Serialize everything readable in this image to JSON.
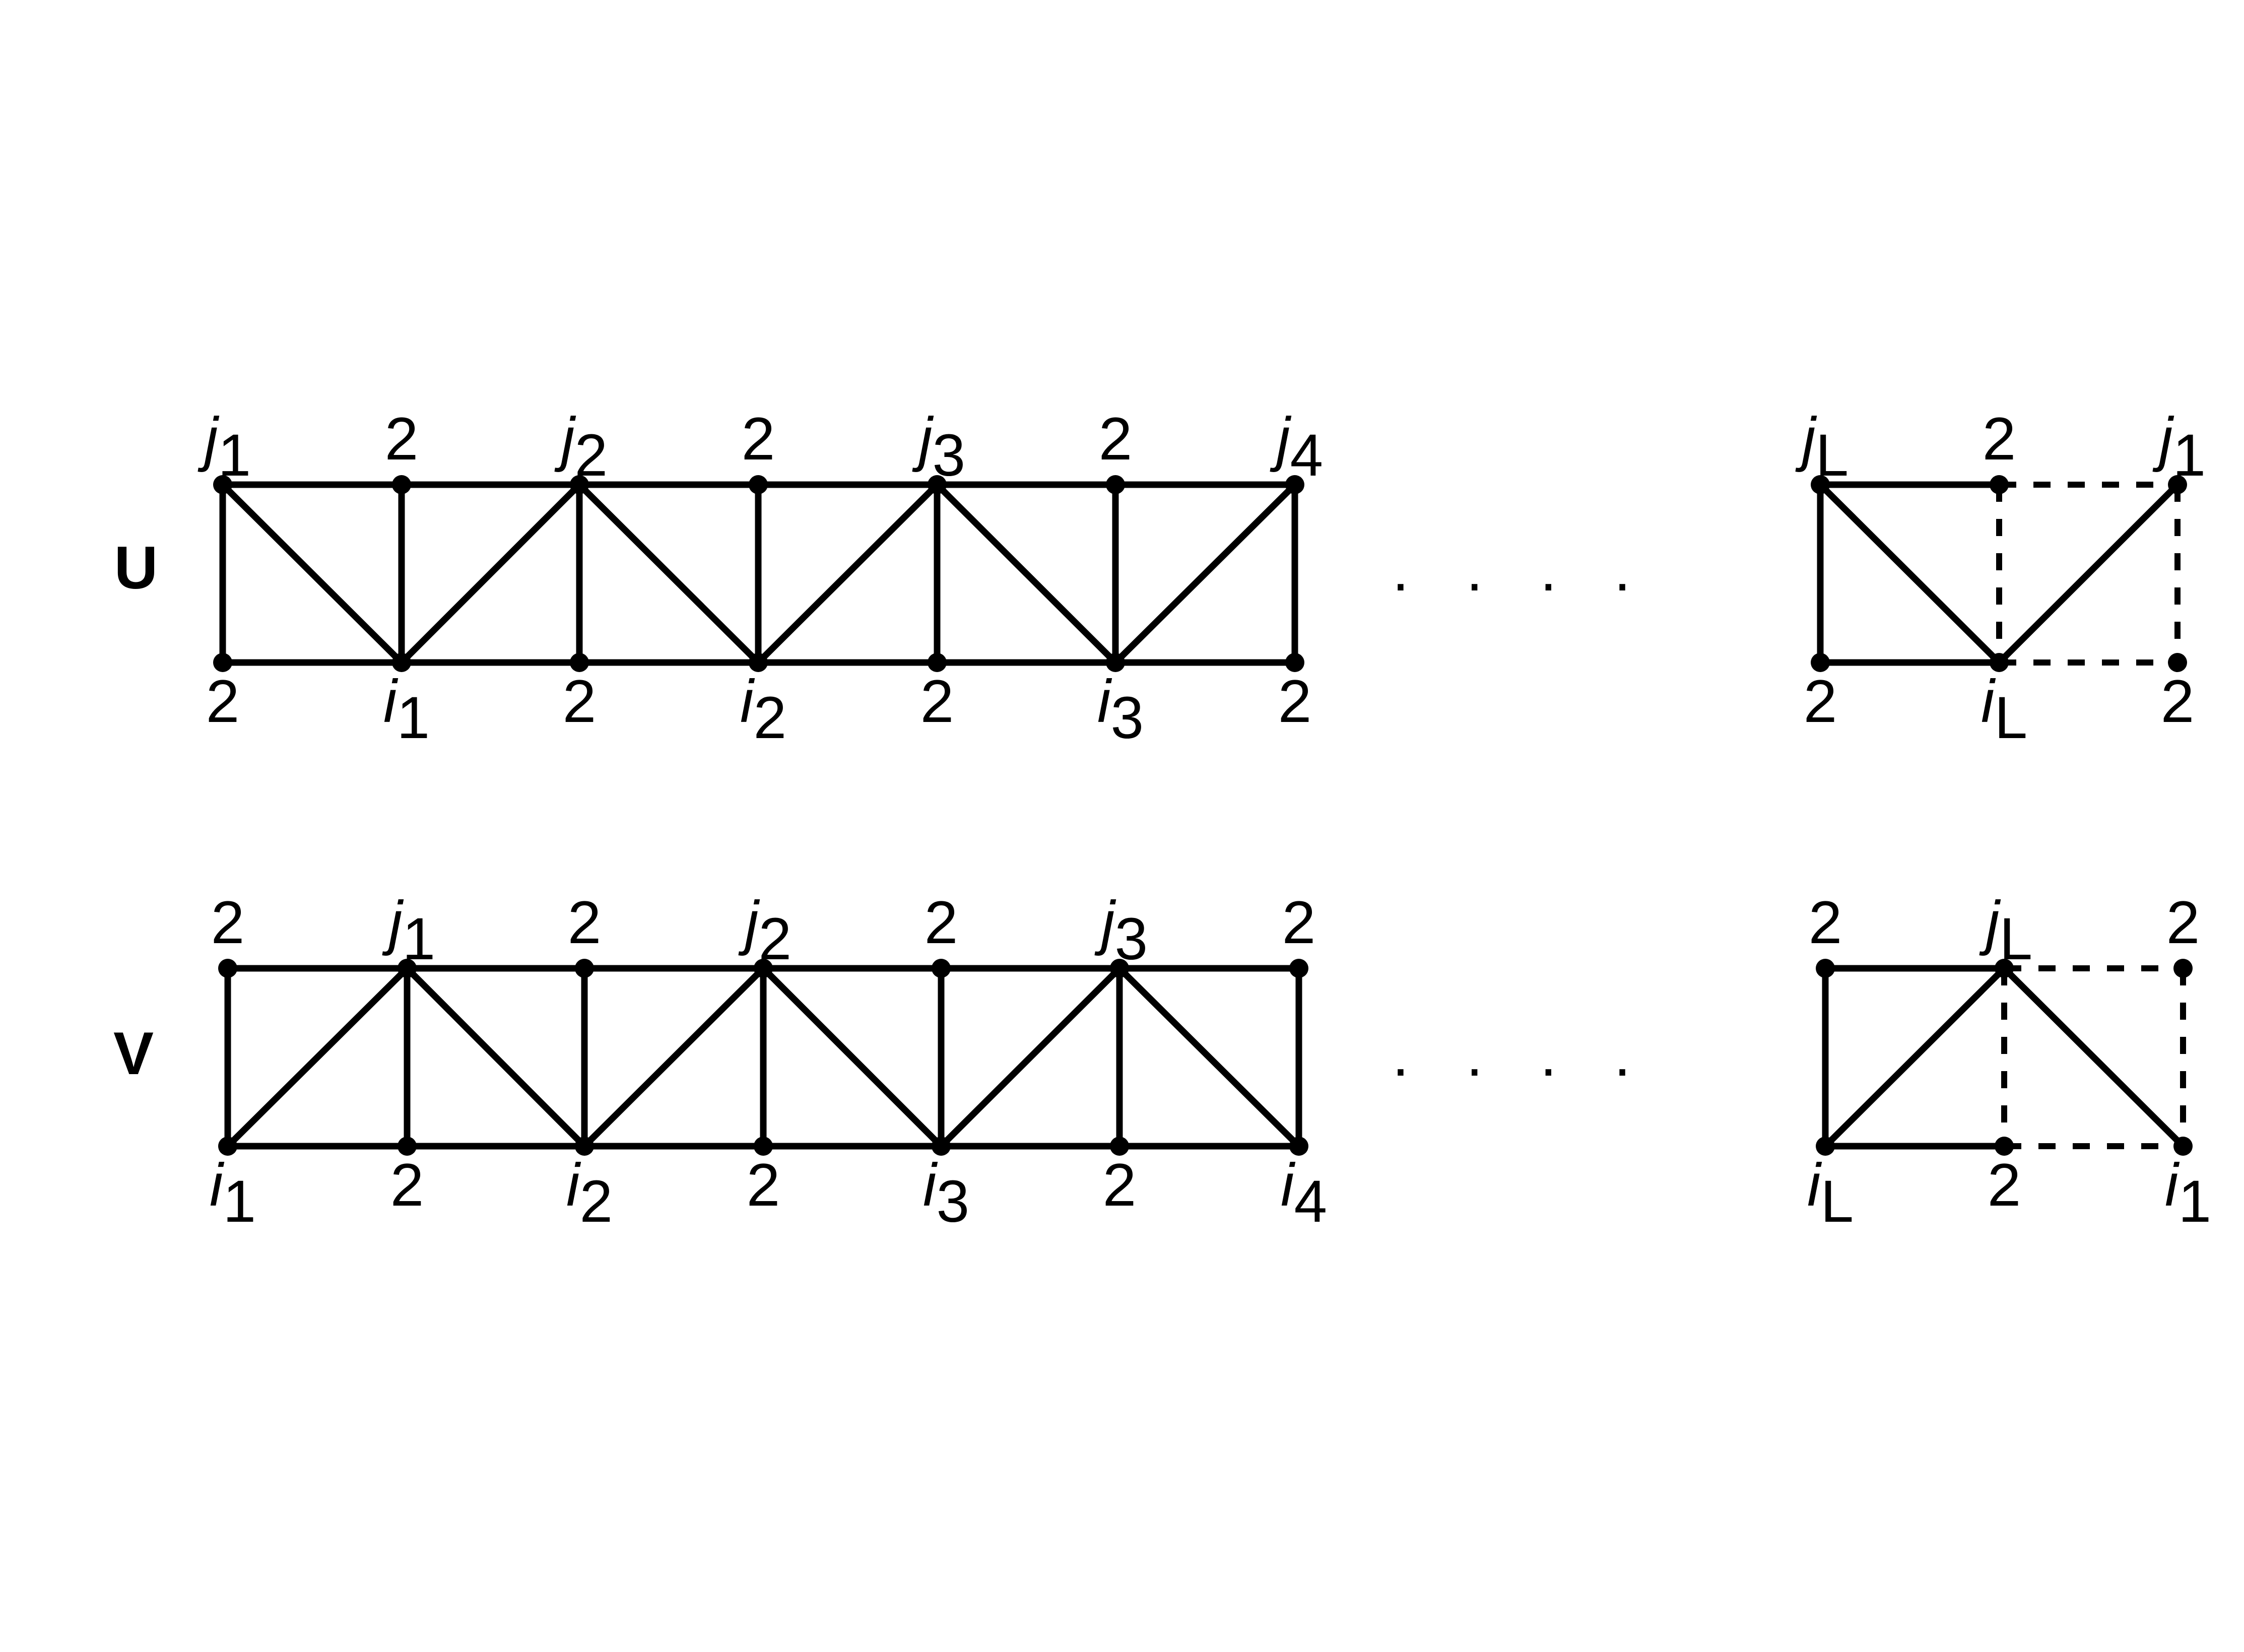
{
  "colors": {
    "ink": "#000000",
    "background": "#ffffff"
  },
  "row_u": {
    "title": "U",
    "ellipsis": ". . . .",
    "top_labels": [
      {
        "var": "j",
        "sub": "1"
      },
      {
        "var": "",
        "sub": "",
        "text": "2"
      },
      {
        "var": "j",
        "sub": "2"
      },
      {
        "var": "",
        "sub": "",
        "text": "2"
      },
      {
        "var": "j",
        "sub": "3"
      },
      {
        "var": "",
        "sub": "",
        "text": "2"
      },
      {
        "var": "j",
        "sub": "4"
      }
    ],
    "bottom_labels": [
      {
        "text": "2"
      },
      {
        "var": "i",
        "sub": "1"
      },
      {
        "text": "2"
      },
      {
        "var": "i",
        "sub": "2"
      },
      {
        "text": "2"
      },
      {
        "var": "i",
        "sub": "3"
      },
      {
        "text": "2"
      }
    ],
    "tail_top_labels": [
      {
        "var": "j",
        "sub": "L"
      },
      {
        "text": "2"
      },
      {
        "var": "j",
        "sub": "1"
      }
    ],
    "tail_bottom_labels": [
      {
        "text": "2"
      },
      {
        "var": "i",
        "sub": "L"
      },
      {
        "text": "2"
      }
    ]
  },
  "row_v": {
    "title": "V",
    "ellipsis": ". . . .",
    "top_labels": [
      {
        "text": "2"
      },
      {
        "var": "j",
        "sub": "1"
      },
      {
        "text": "2"
      },
      {
        "var": "j",
        "sub": "2"
      },
      {
        "text": "2"
      },
      {
        "var": "j",
        "sub": "3"
      },
      {
        "text": "2"
      }
    ],
    "bottom_labels": [
      {
        "var": "i",
        "sub": "1"
      },
      {
        "text": "2"
      },
      {
        "var": "i",
        "sub": "2"
      },
      {
        "text": "2"
      },
      {
        "var": "i",
        "sub": "3"
      },
      {
        "text": "2"
      },
      {
        "var": "i",
        "sub": "4"
      }
    ],
    "tail_top_labels": [
      {
        "text": "2"
      },
      {
        "var": "j",
        "sub": "L"
      },
      {
        "text": "2"
      }
    ],
    "tail_bottom_labels": [
      {
        "var": "i",
        "sub": "L"
      },
      {
        "text": "2"
      },
      {
        "var": "i",
        "sub": "1"
      }
    ]
  }
}
